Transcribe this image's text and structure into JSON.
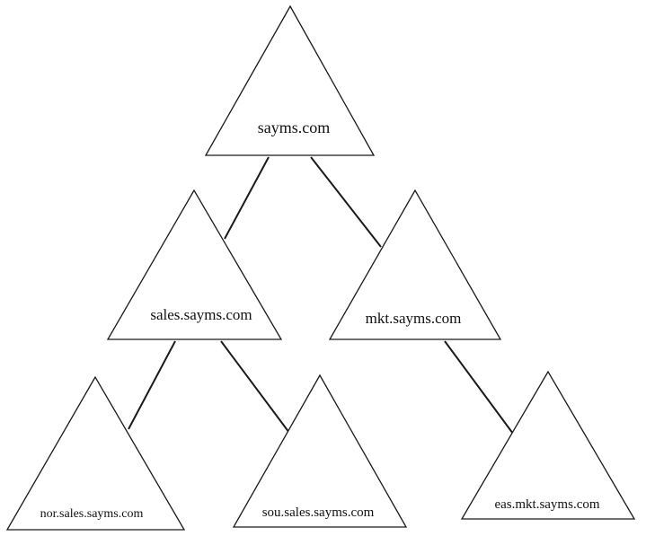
{
  "diagram": {
    "type": "domain-tree",
    "nodes": [
      {
        "id": "root",
        "label": "sayms.com"
      },
      {
        "id": "sales",
        "label": "sales.sayms.com"
      },
      {
        "id": "mkt",
        "label": "mkt.sayms.com"
      },
      {
        "id": "nor",
        "label": "nor.sales.sayms.com"
      },
      {
        "id": "sou",
        "label": "sou.sales.sayms.com"
      },
      {
        "id": "eas",
        "label": "eas.mkt.sayms.com"
      }
    ],
    "edges": [
      {
        "from": "root",
        "to": "sales"
      },
      {
        "from": "root",
        "to": "mkt"
      },
      {
        "from": "sales",
        "to": "nor"
      },
      {
        "from": "sales",
        "to": "sou"
      },
      {
        "from": "mkt",
        "to": "eas"
      }
    ]
  }
}
